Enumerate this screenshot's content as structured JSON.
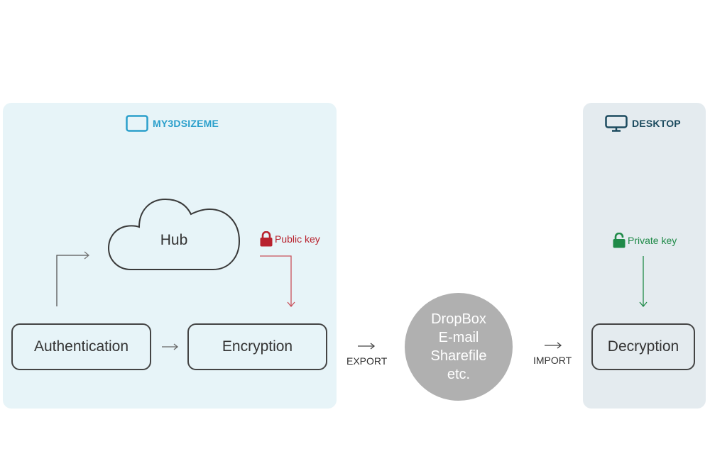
{
  "panels": {
    "web": {
      "title": "MY3DSIZEME",
      "icon": "tablet-icon",
      "color": "#2a9fcb",
      "background": "#e7f4f8"
    },
    "desktop": {
      "title": "DESKTOP",
      "icon": "monitor-icon",
      "color": "#1b4a5e",
      "background": "#e4ebef"
    }
  },
  "nodes": {
    "hub": "Hub",
    "authentication": "Authentication",
    "encryption": "Encryption",
    "decryption": "Decryption",
    "transfer": [
      "DropBox",
      "E-mail",
      "Sharefile",
      "etc."
    ]
  },
  "keys": {
    "public": {
      "label": "Public key",
      "icon": "lock-closed-icon",
      "color": "#b8222e"
    },
    "private": {
      "label": "Private key",
      "icon": "lock-open-icon",
      "color": "#1f8a48"
    }
  },
  "flows": {
    "export": "EXPORT",
    "import": "IMPORT"
  }
}
